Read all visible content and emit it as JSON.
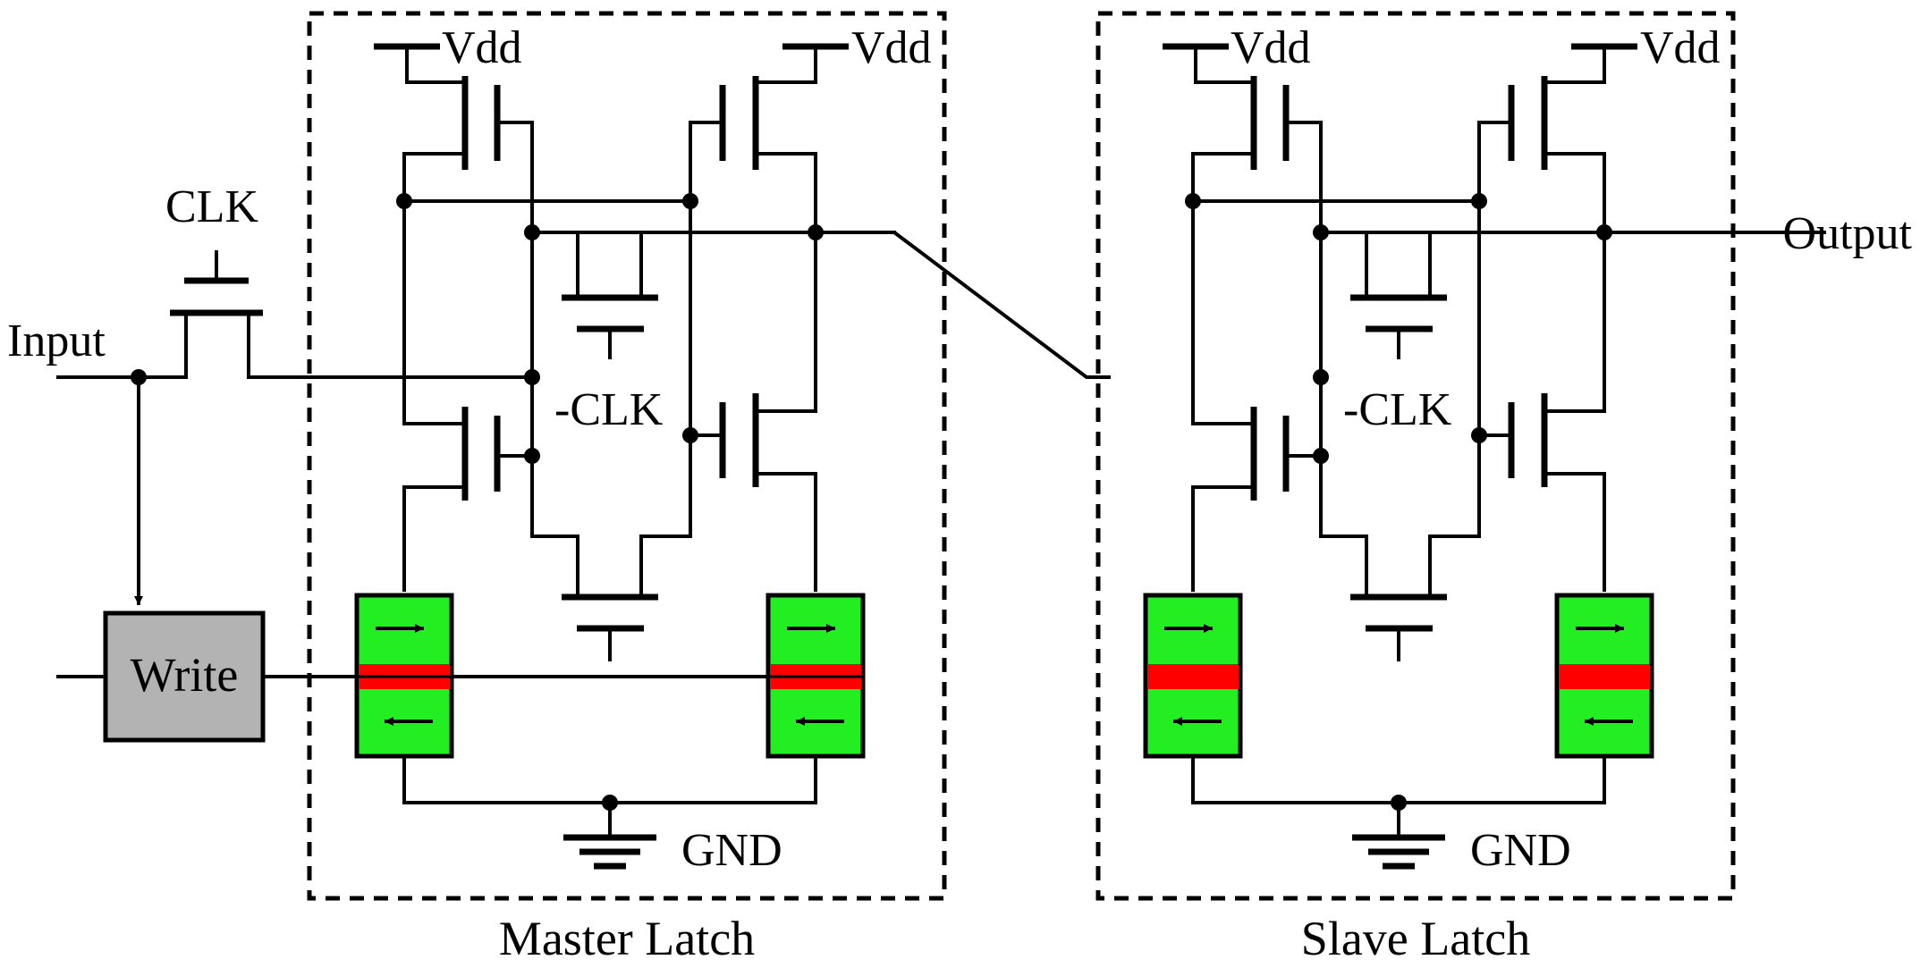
{
  "labels": {
    "clk": "CLK",
    "input": "Input",
    "output": "Output",
    "write": "Write",
    "vdd": "Vdd",
    "neg_clk": "-CLK",
    "gnd": "GND",
    "master": "Master Latch",
    "slave": "Slave Latch"
  },
  "colors": {
    "mtj_fill": "#22ee22",
    "mtj_barrier": "#ff0000",
    "write_fill": "#b3b3b3",
    "line": "#000000"
  }
}
